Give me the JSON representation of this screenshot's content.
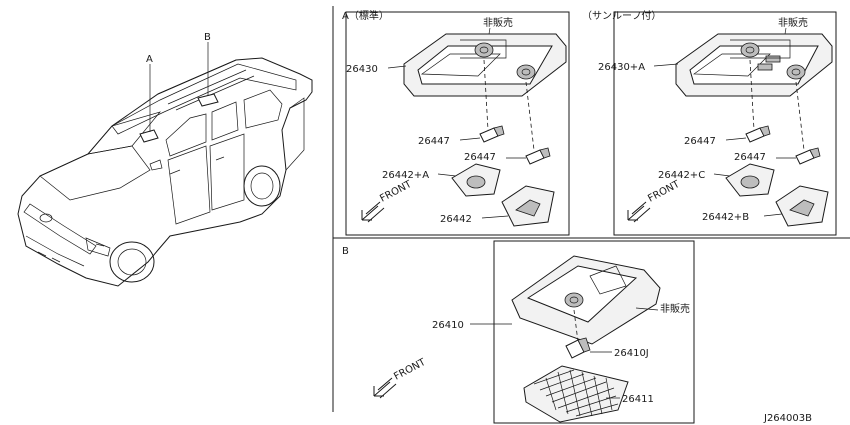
{
  "callouts": {
    "a": "A",
    "b": "B"
  },
  "panel_a1": {
    "title": "A（標準）",
    "not_sold": "非販売",
    "parts": {
      "lamp_assy": "26430",
      "bulb_left": "26447",
      "bulb_right": "26447",
      "lens_a": "26442+A",
      "lens": "26442"
    },
    "front": "FRONT"
  },
  "panel_a2": {
    "title": "（サンルーフ付）",
    "not_sold": "非販売",
    "parts": {
      "lamp_assy": "26430+A",
      "bulb_left": "26447",
      "bulb_right": "26447",
      "lens_c": "26442+C",
      "lens_b": "26442+B"
    },
    "front": "FRONT"
  },
  "panel_b": {
    "title": "B",
    "not_sold": "非販売",
    "parts": {
      "lamp_assy": "26410",
      "bulb": "26410J",
      "lens": "26411"
    },
    "front": "FRONT"
  },
  "diagram_id": "J264003B"
}
